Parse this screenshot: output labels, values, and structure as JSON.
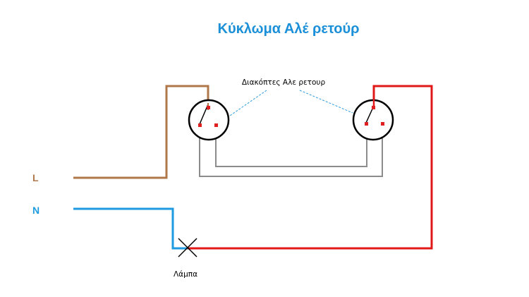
{
  "title": "Κύκλωμα Αλέ ρετούρ",
  "switches_label": "Διακόπτες Αλε ρετουρ",
  "lamp_label": "Λάμπα",
  "line_labels": {
    "live": "L",
    "neutral": "N"
  },
  "colors": {
    "title": "#1b8fd8",
    "live_wire": "#b0784a",
    "neutral_wire": "#1e9be0",
    "switched_wire": "#e01818",
    "traveler_wire": "#8c8c8c",
    "dashed_leader": "#2b9be0",
    "terminal": "#e02020",
    "switch_body": "#000000",
    "live_label": "#b0784a",
    "neutral_label": "#1e9be0"
  },
  "icons": [
    "switch-left-icon",
    "switch-right-icon",
    "lamp-icon"
  ]
}
